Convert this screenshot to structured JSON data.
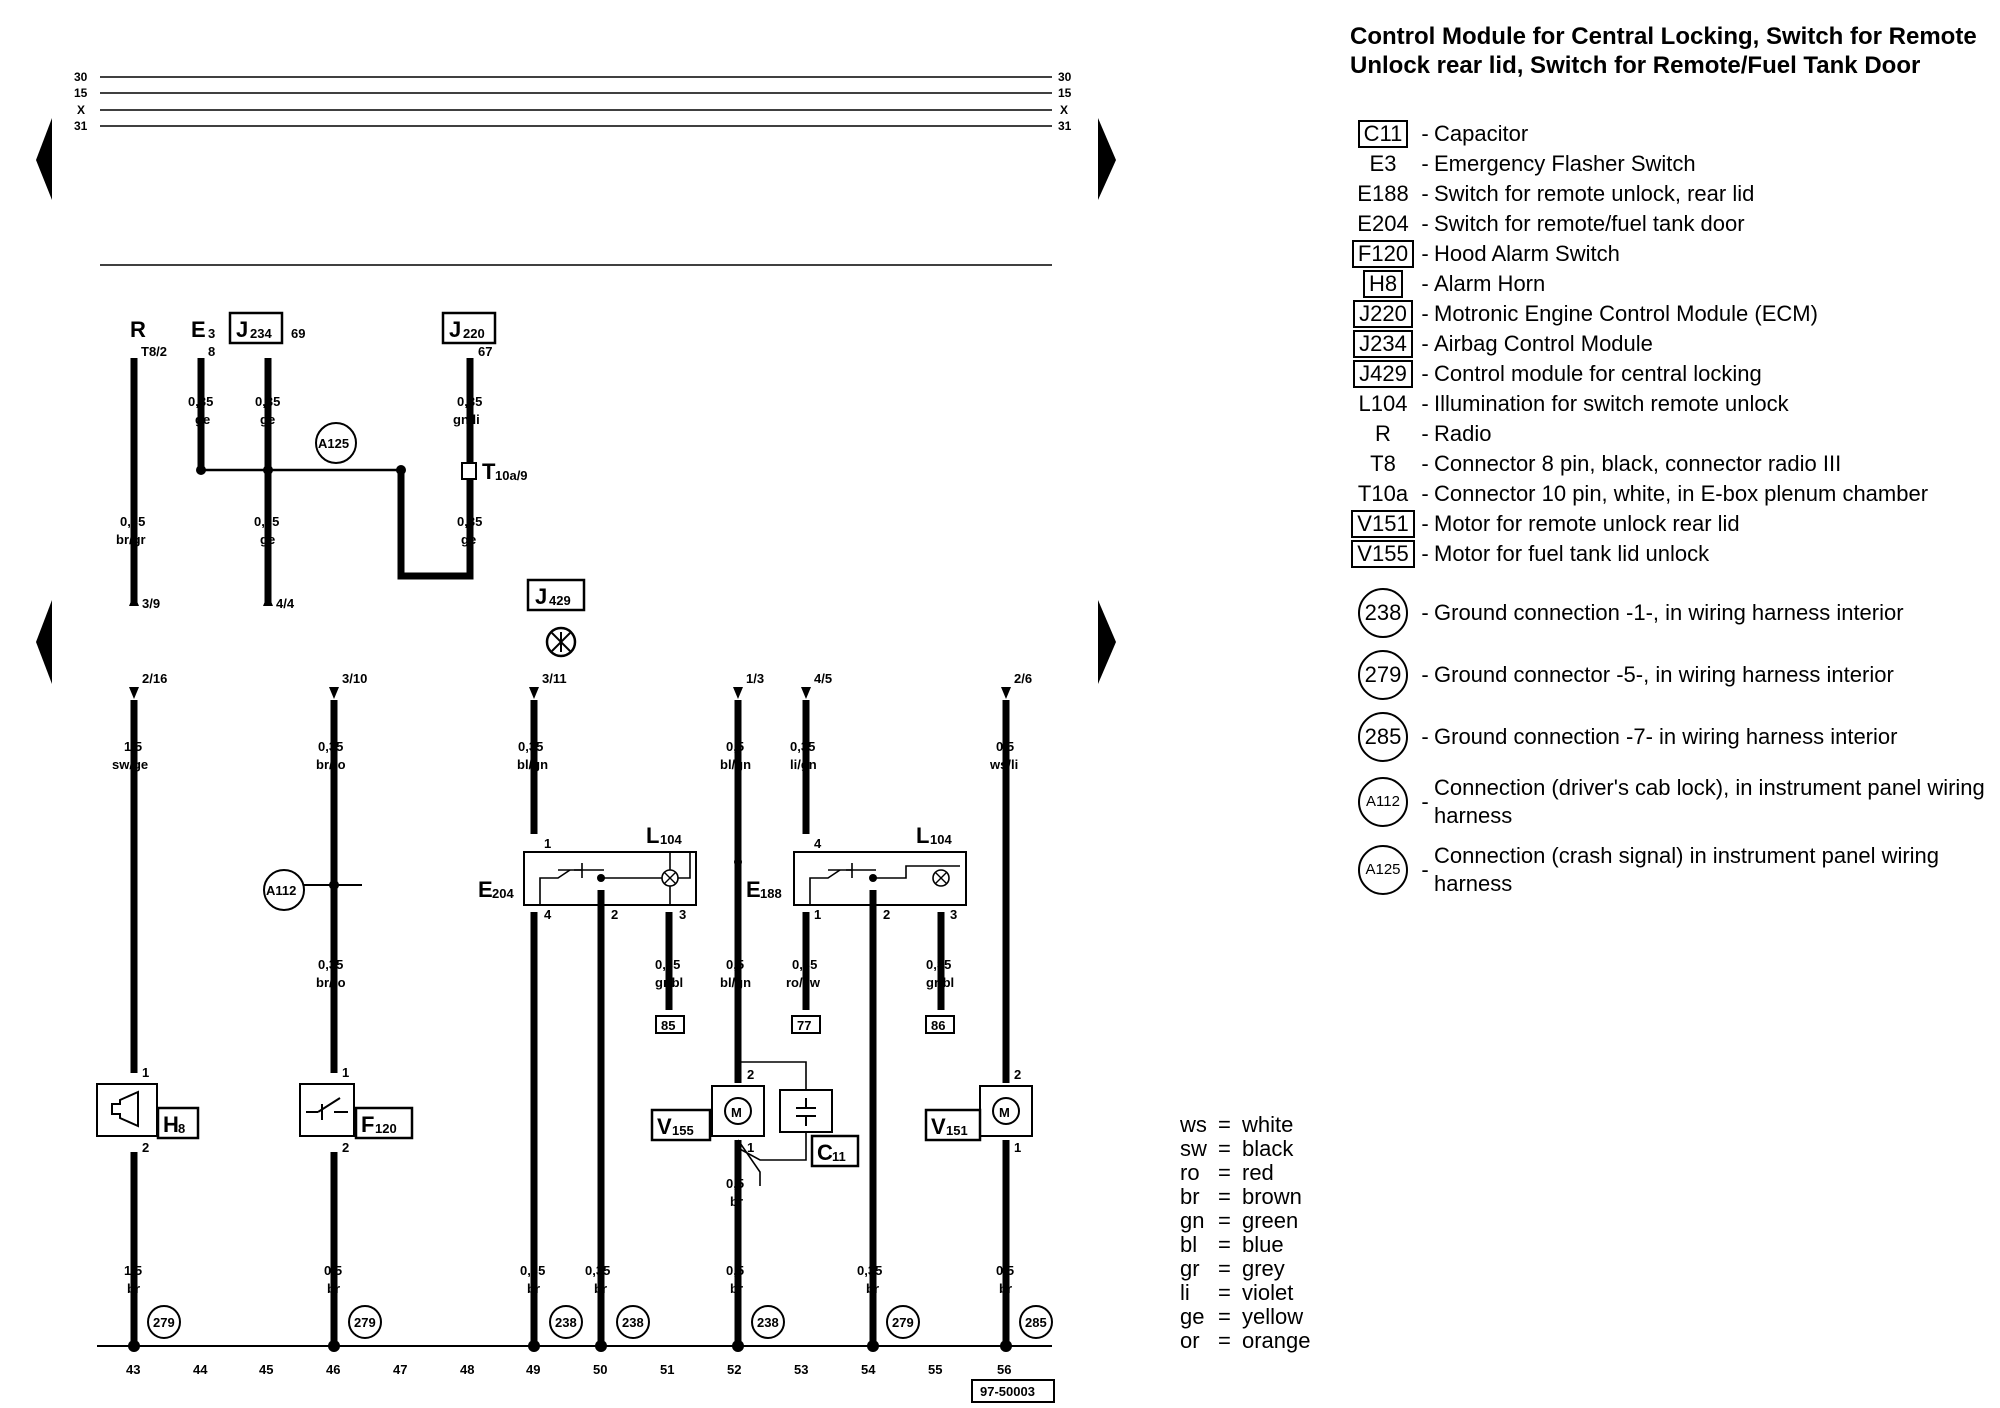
{
  "title": "Control Module for Central Locking, Switch for Remote Unlock rear lid, Switch for Remote/Fuel Tank Door",
  "legend": [
    {
      "code": "C11",
      "style": "box",
      "desc": "Capacitor"
    },
    {
      "code": "E3",
      "style": "plain",
      "desc": "Emergency Flasher Switch"
    },
    {
      "code": "E188",
      "style": "plain",
      "desc": "Switch for remote unlock, rear lid"
    },
    {
      "code": "E204",
      "style": "plain",
      "desc": "Switch for remote/fuel tank door"
    },
    {
      "code": "F120",
      "style": "box",
      "desc": "Hood Alarm Switch"
    },
    {
      "code": "H8",
      "style": "box",
      "desc": "Alarm Horn"
    },
    {
      "code": "J220",
      "style": "box",
      "desc": "Motronic Engine Control Module (ECM)"
    },
    {
      "code": "J234",
      "style": "box",
      "desc": "Airbag Control Module"
    },
    {
      "code": "J429",
      "style": "box",
      "desc": "Control module for central locking"
    },
    {
      "code": "L104",
      "style": "plain",
      "desc": "Illumination for switch remote unlock"
    },
    {
      "code": "R",
      "style": "plain",
      "desc": "Radio"
    },
    {
      "code": "T8",
      "style": "plain",
      "desc": "Connector 8 pin, black, connector radio III"
    },
    {
      "code": "T10a",
      "style": "plain",
      "desc": "Connector 10 pin, white, in E-box plenum chamber"
    },
    {
      "code": "V151",
      "style": "box",
      "desc": "Motor for remote unlock rear lid"
    },
    {
      "code": "V155",
      "style": "box",
      "desc": "Motor for fuel tank lid unlock"
    }
  ],
  "ground_legend": [
    {
      "code": "238",
      "desc": "Ground connection -1-, in wiring harness interior"
    },
    {
      "code": "279",
      "desc": "Ground connector -5-, in wiring harness interior"
    },
    {
      "code": "285",
      "desc": "Ground connection -7- in wiring harness interior"
    },
    {
      "code": "A112",
      "desc": "Connection (driver's cab lock), in instrument panel wiring harness"
    },
    {
      "code": "A125",
      "desc": "Connection (crash signal) in instrument panel wiring harness"
    }
  ],
  "colors": [
    {
      "abbr": "ws",
      "name": "white"
    },
    {
      "abbr": "sw",
      "name": "black"
    },
    {
      "abbr": "ro",
      "name": "red"
    },
    {
      "abbr": "br",
      "name": "brown"
    },
    {
      "abbr": "gn",
      "name": "green"
    },
    {
      "abbr": "bl",
      "name": "blue"
    },
    {
      "abbr": "gr",
      "name": "grey"
    },
    {
      "abbr": "li",
      "name": "violet"
    },
    {
      "abbr": "ge",
      "name": "yellow"
    },
    {
      "abbr": "or",
      "name": "orange"
    }
  ],
  "diagram": {
    "rails": [
      "30",
      "15",
      "X",
      "31"
    ],
    "track_numbers": [
      "43",
      "44",
      "45",
      "46",
      "47",
      "48",
      "49",
      "50",
      "51",
      "52",
      "53",
      "54",
      "55",
      "56"
    ],
    "diagram_code": "97-50003",
    "top": {
      "R": "R",
      "R_pin": "T8/2",
      "E3": "E",
      "E3_sub": "3",
      "E3_pin": "8",
      "J234": "J",
      "J234_sub": "234",
      "J234_pin": "69",
      "J220": "J",
      "J220_sub": "220",
      "J220_pin": "67",
      "w1_size": "0,35",
      "w1_col": "ge",
      "w2_size": "0,35",
      "w2_col": "ge",
      "w3_size": "0,35",
      "w3_col": "gn/li",
      "w4_size": "0,35",
      "w4_col": "br/gr",
      "w5_size": "0,35",
      "w5_col": "ge",
      "w6_size": "0,35",
      "w6_col": "ge",
      "A125": "A125",
      "T10a": "T",
      "T10a_sub": "10a/9",
      "ref1": "3/9",
      "ref2": "4/4",
      "J429": "J",
      "J429_sub": "429"
    },
    "refs": [
      "2/16",
      "3/10",
      "3/11",
      "1/3",
      "4/5",
      "2/6"
    ],
    "upper_wires": [
      {
        "size": "1,5",
        "col": "sw/ge"
      },
      {
        "size": "0,35",
        "col": "br/ro"
      },
      {
        "size": "0,35",
        "col": "bl/gn"
      },
      {
        "size": "0,5",
        "col": "bl/gn"
      },
      {
        "size": "0,35",
        "col": "li/gn"
      },
      {
        "size": "0,5",
        "col": "ws/li"
      }
    ],
    "mid_wires": [
      {
        "size": "0,35",
        "col": "br/ro"
      },
      {
        "size": "0,35",
        "col": "gr/bl"
      },
      {
        "size": "0,5",
        "col": "bl/gn"
      },
      {
        "size": "0,35",
        "col": "ro/sw"
      },
      {
        "size": "0,35",
        "col": "gr/bl"
      },
      {
        "size": "0,5",
        "col": "br"
      }
    ],
    "lower_wires": [
      {
        "size": "1,5",
        "col": "br"
      },
      {
        "size": "0,5",
        "col": "br"
      },
      {
        "size": "0,35",
        "col": "br"
      },
      {
        "size": "0,35",
        "col": "br"
      },
      {
        "size": "0,5",
        "col": "br"
      },
      {
        "size": "0,35",
        "col": "br"
      },
      {
        "size": "0,5",
        "col": "br"
      }
    ],
    "grounds": [
      "279",
      "279",
      "238",
      "238",
      "238",
      "279",
      "285"
    ],
    "terminals": [
      "85",
      "77",
      "86"
    ],
    "A112": "A112",
    "components": {
      "H8": "H",
      "H8_sub": "8",
      "F120": "F",
      "F120_sub": "120",
      "V155": "V",
      "V155_sub": "155",
      "V151": "V",
      "V151_sub": "151",
      "C11": "C",
      "C11_sub": "11",
      "E204": "E",
      "E204_sub": "204",
      "E188": "E",
      "E188_sub": "188",
      "L104": "L",
      "L104_sub": "104"
    },
    "pins": {
      "p1": "1",
      "p2": "2",
      "p3": "3",
      "p4": "4"
    }
  }
}
